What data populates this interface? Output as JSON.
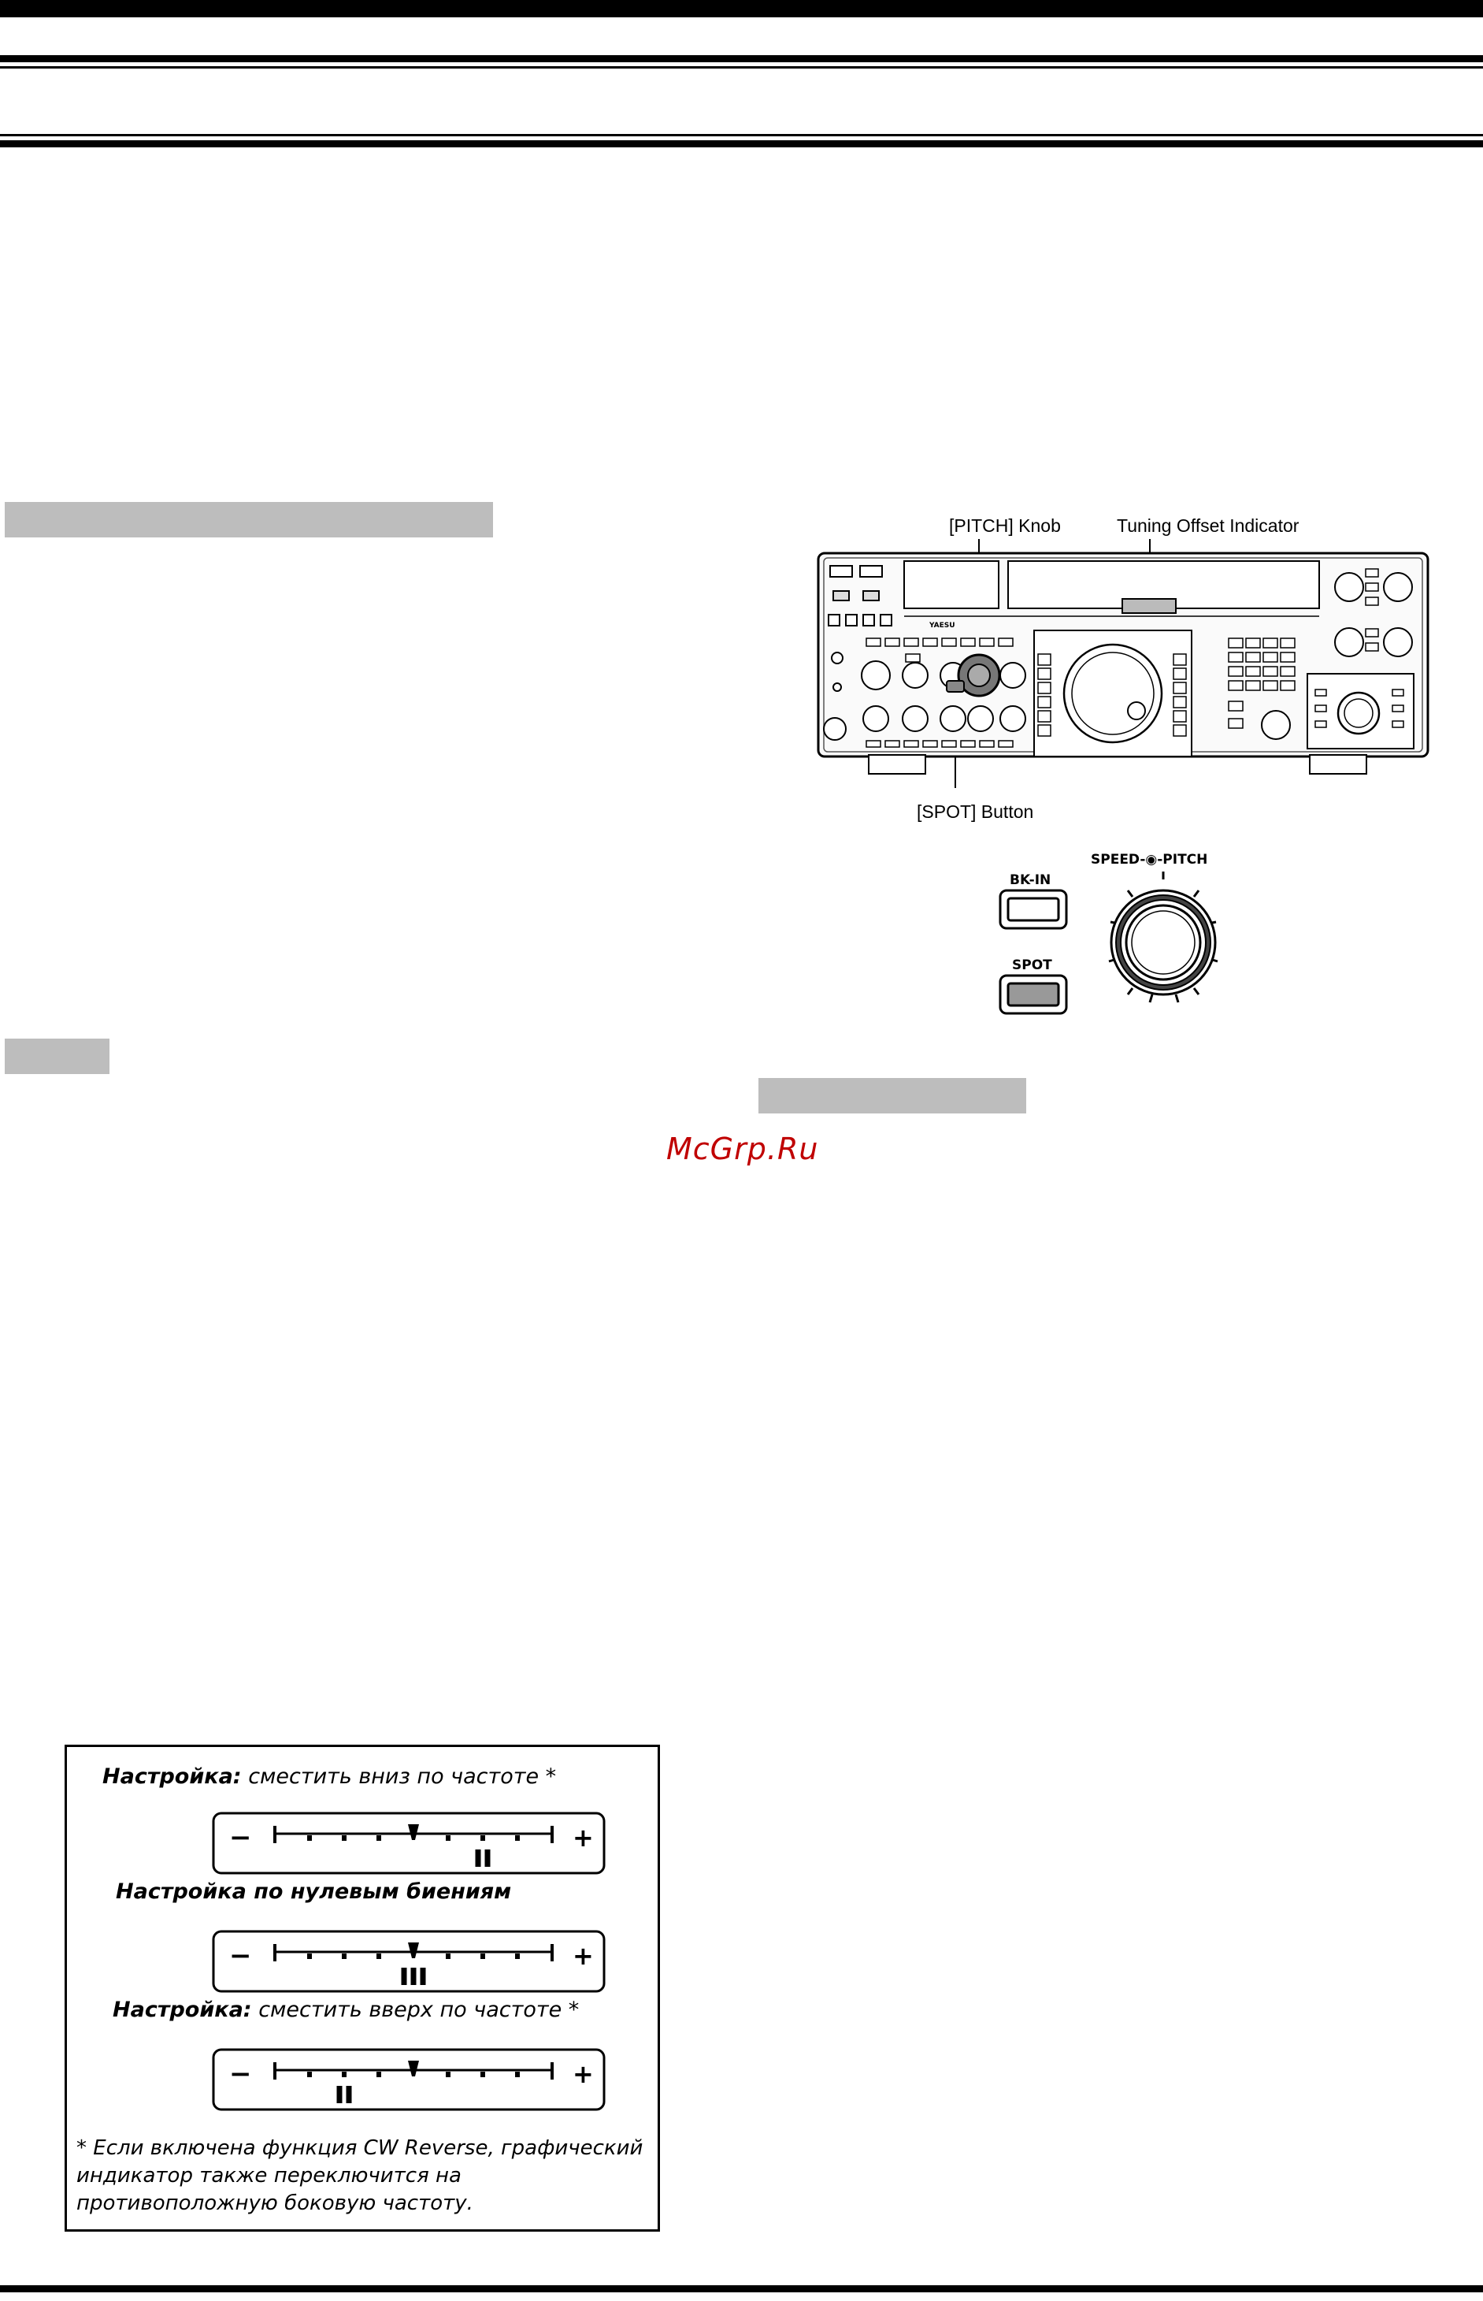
{
  "figure": {
    "pitch_knob_label": "[PITCH] Knob",
    "offset_indicator_label": "Tuning Offset Indicator",
    "spot_button_label": "[SPOT] Button",
    "brand": "YAESU",
    "bkin_label": "BK-IN",
    "spot_label": "SPOT",
    "speed_pitch_label": "SPEED-◉-PITCH"
  },
  "watermark": "McGrp.Ru",
  "tuning": {
    "row1_title_bold": "Настройка:",
    "row1_title_rest": " сместить вниз по частоте *",
    "row2_title": "Настройка по нулевым биениям",
    "row3_title_bold": "Настройка:",
    "row3_title_rest": " сместить вверх по частоте *",
    "minus": "−",
    "plus": "+",
    "note": "* Если включена функция CW Reverse, графический индикатор также переключится на противоположную боковую частоту.",
    "indicator_positions": [
      2,
      0,
      -2
    ]
  }
}
